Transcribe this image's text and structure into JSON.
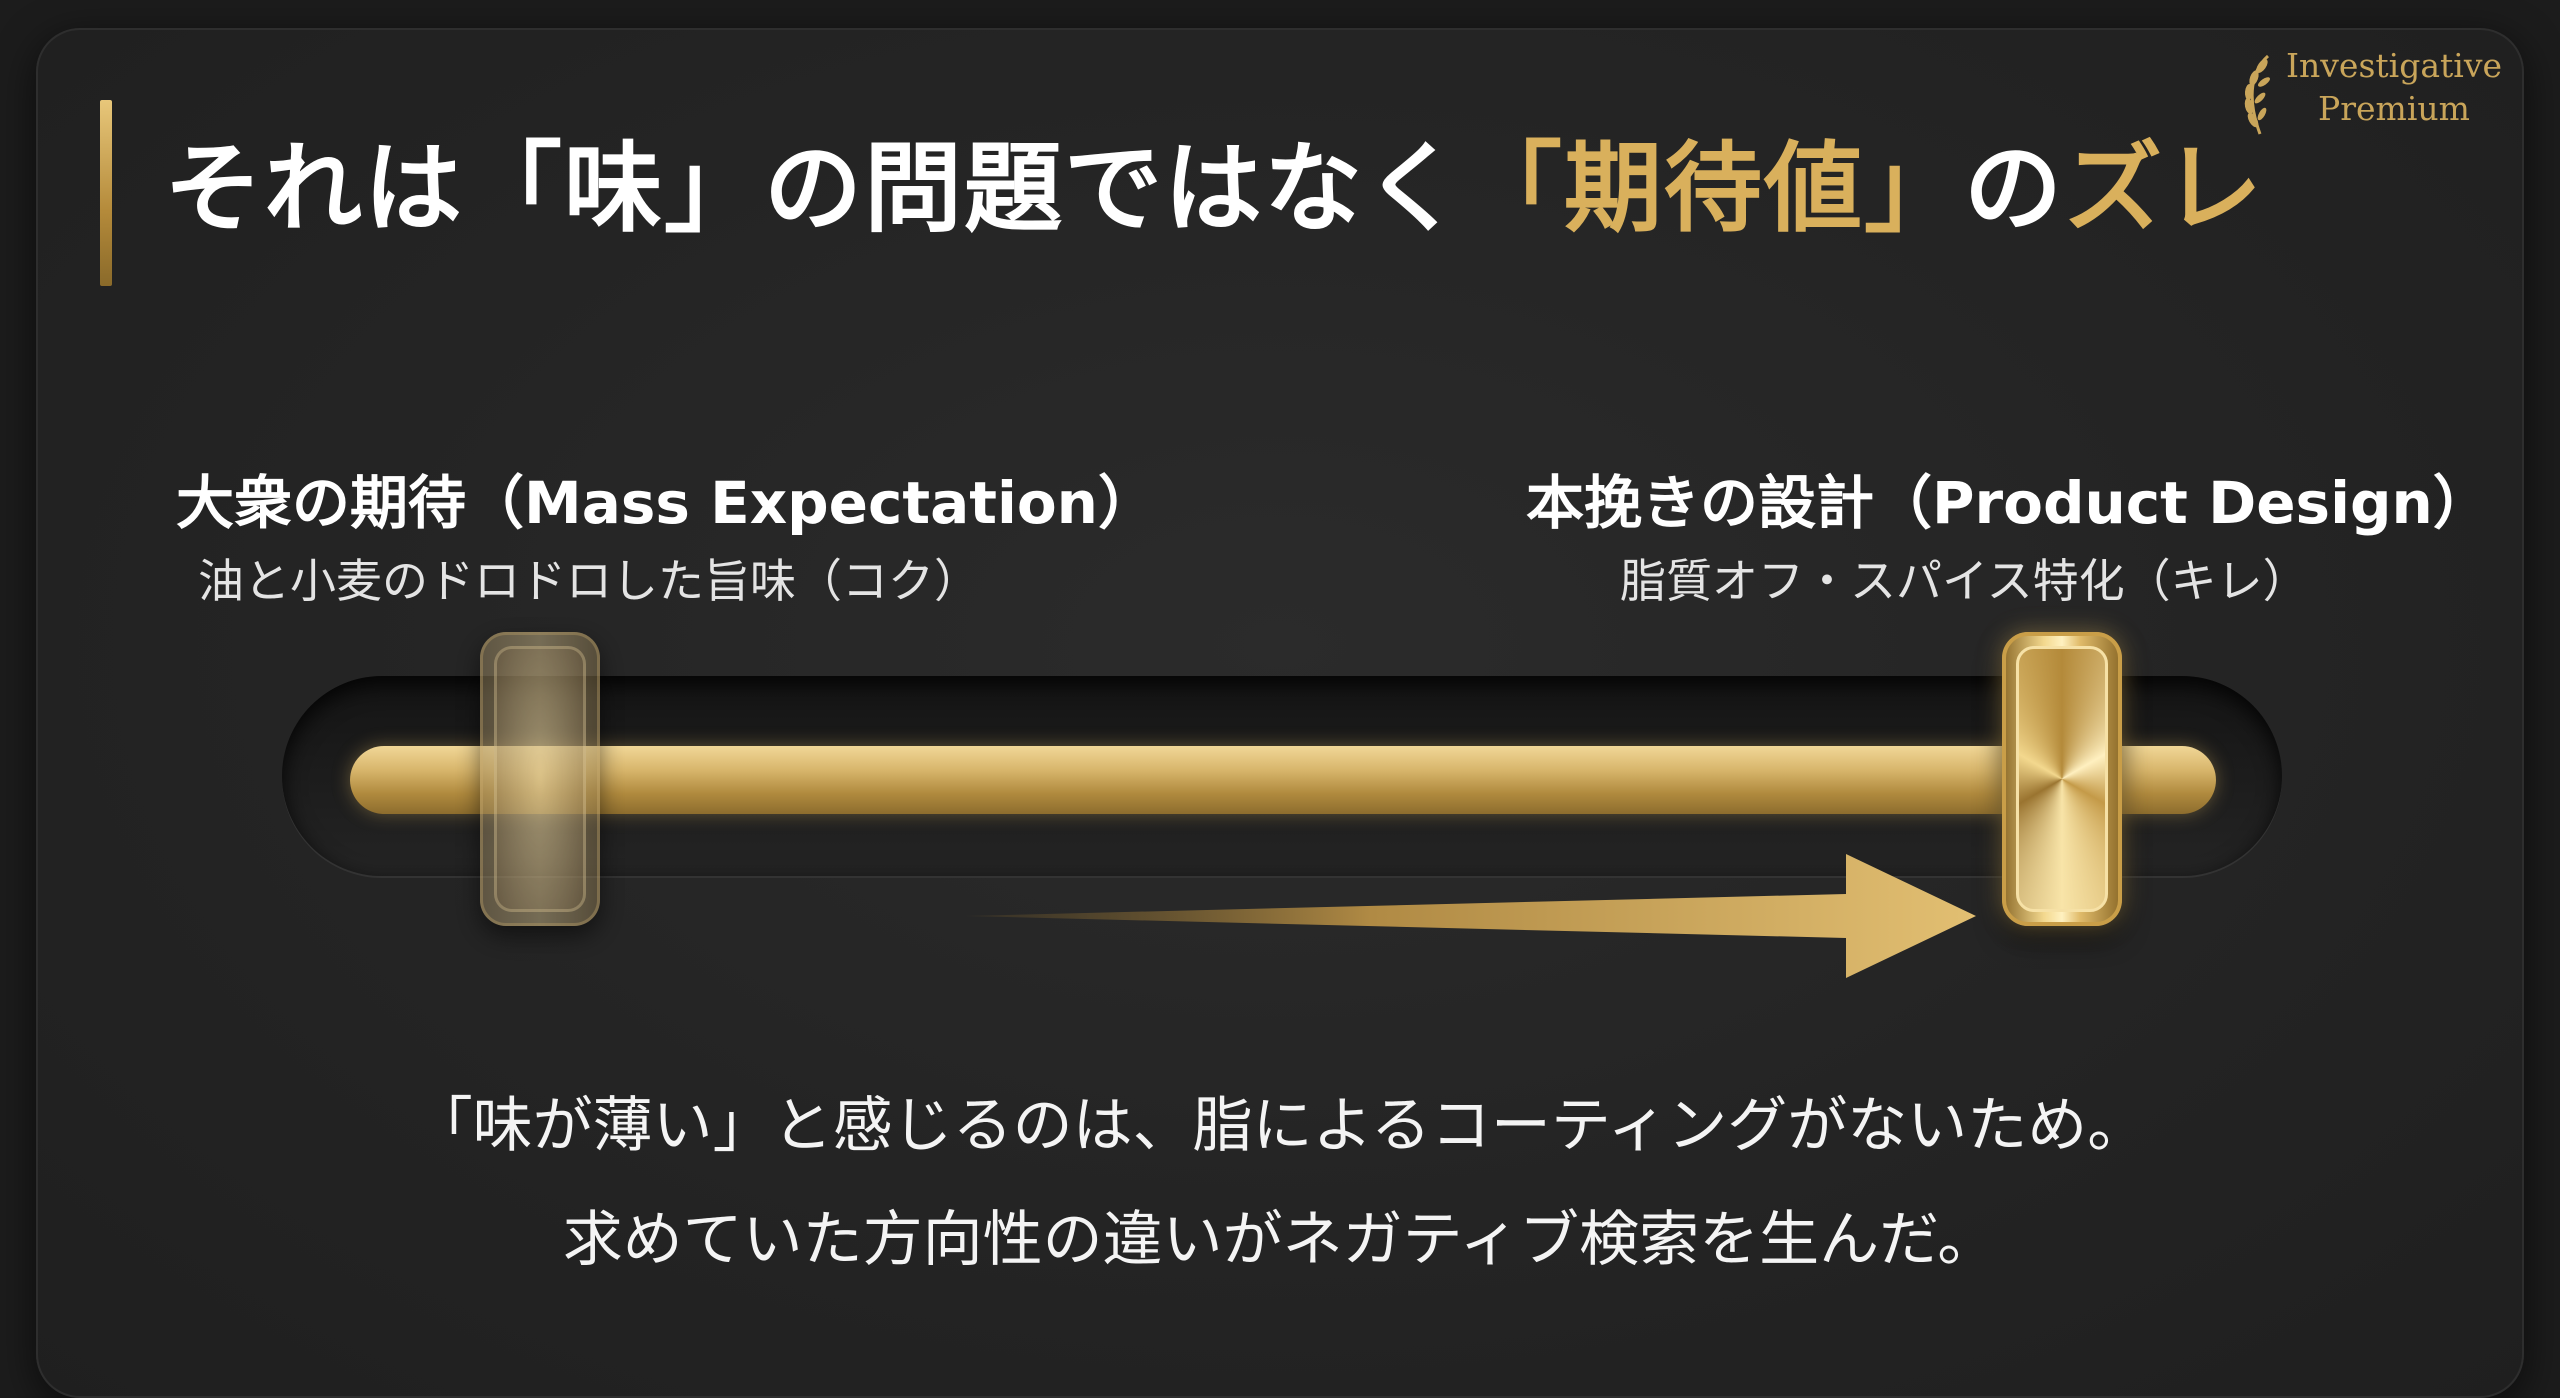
{
  "title": {
    "part1": "それは「味」の問題ではなく",
    "highlight1": "「期待値」",
    "part2": "の",
    "highlight2": "ズレ"
  },
  "brand": {
    "line1": "Investigative",
    "line2": "Premium",
    "icon": "laurel-icon"
  },
  "left_label": {
    "heading": "大衆の期待（Mass Expectation）",
    "sub": "油と小麦のドロドロした旨味（コク）"
  },
  "right_label": {
    "heading": "本挽きの設計（Product Design）",
    "sub": "脂質オフ・スパイス特化（キレ）"
  },
  "body": {
    "line1": "「味が薄い」と感じるのは、脂によるコーティングがないため。",
    "line2": "求めていた方向性の違いがネガティブ検索を生んだ。"
  },
  "colors": {
    "background": "#242424",
    "gold": "#d9b05c",
    "text": "#ffffff"
  }
}
